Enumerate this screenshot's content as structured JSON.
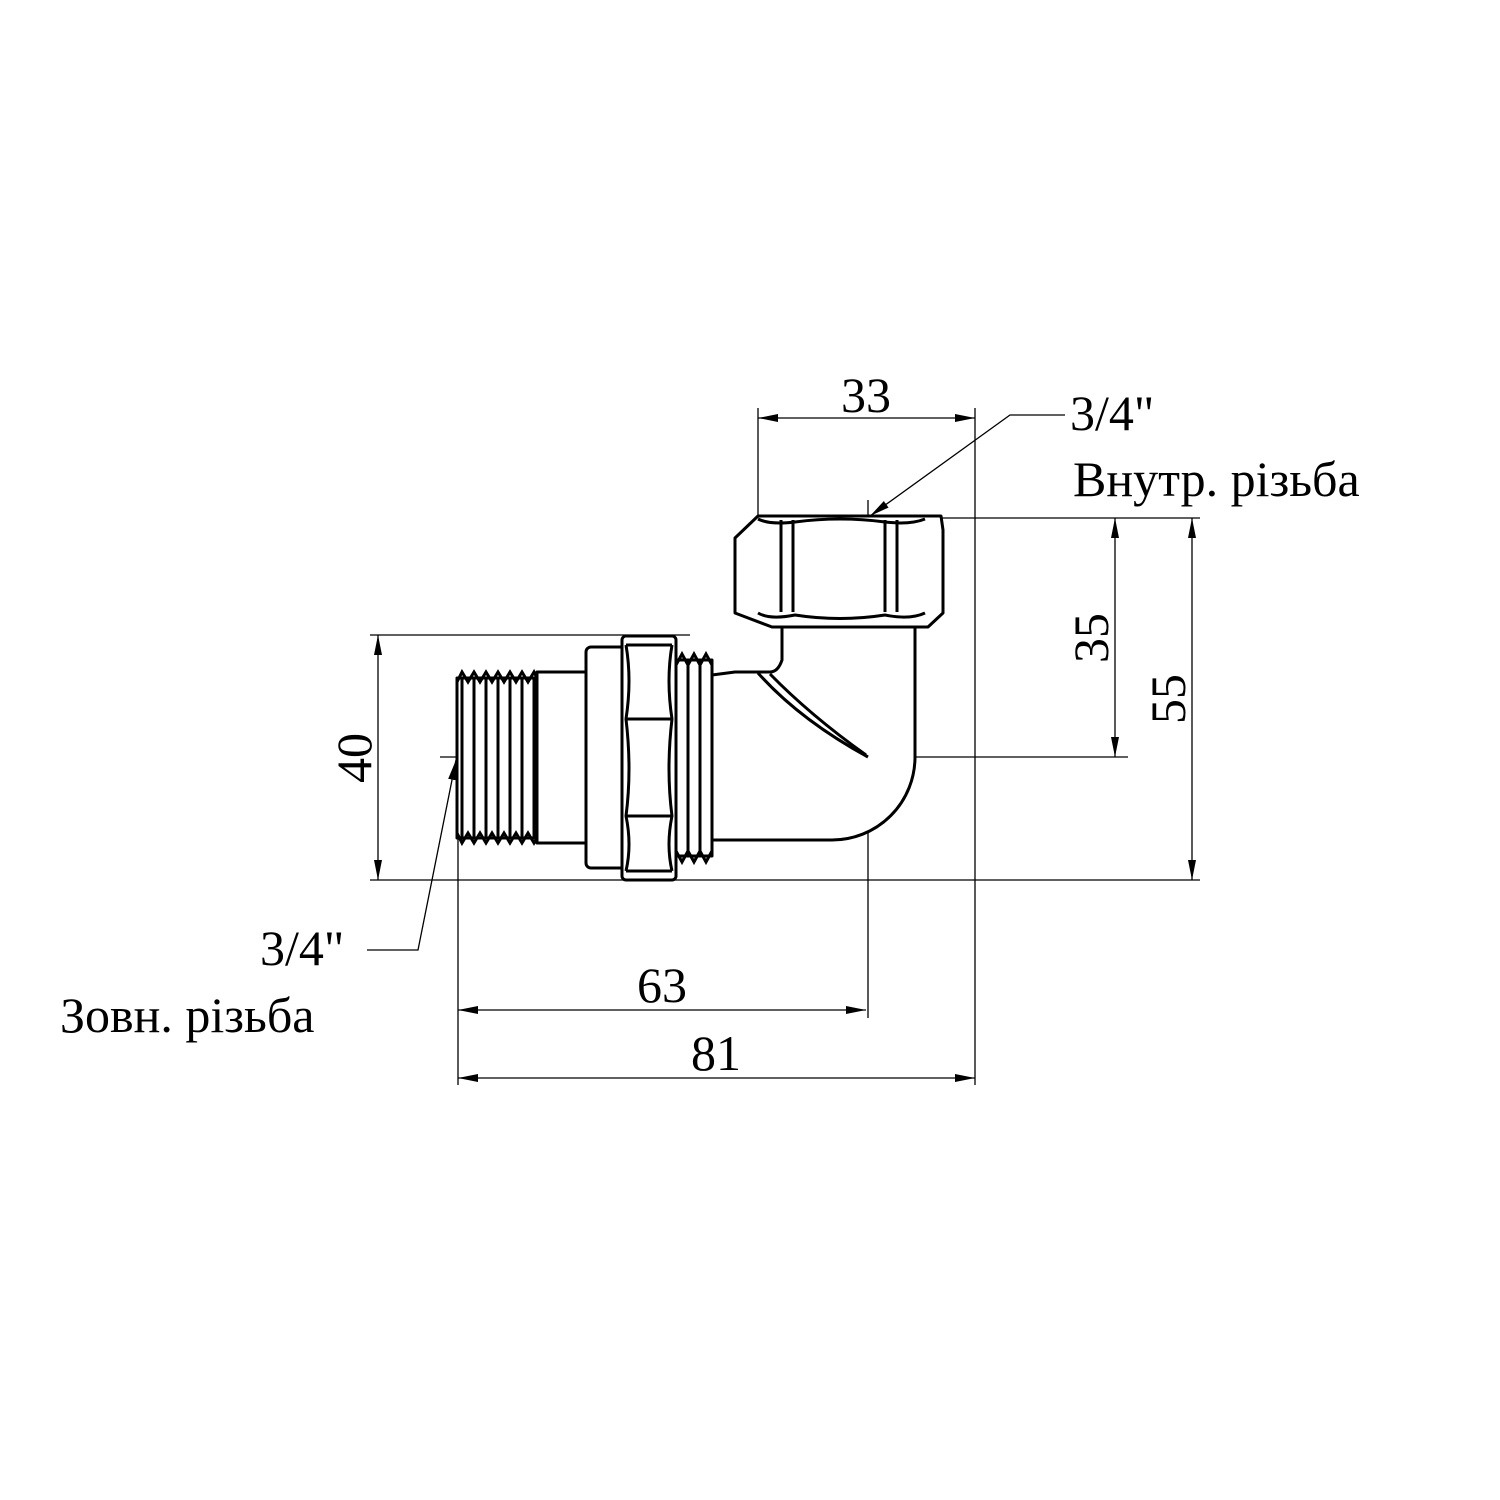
{
  "dimensions": {
    "top_width": "33",
    "female_height": "35",
    "total_height": "55",
    "male_height": "40",
    "male_to_center": "63",
    "total_length": "81"
  },
  "callouts": {
    "female_size": "3/4\"",
    "female_label": "Внутр. різьба",
    "male_size": "3/4\"",
    "male_label": "Зовн. різьба"
  }
}
